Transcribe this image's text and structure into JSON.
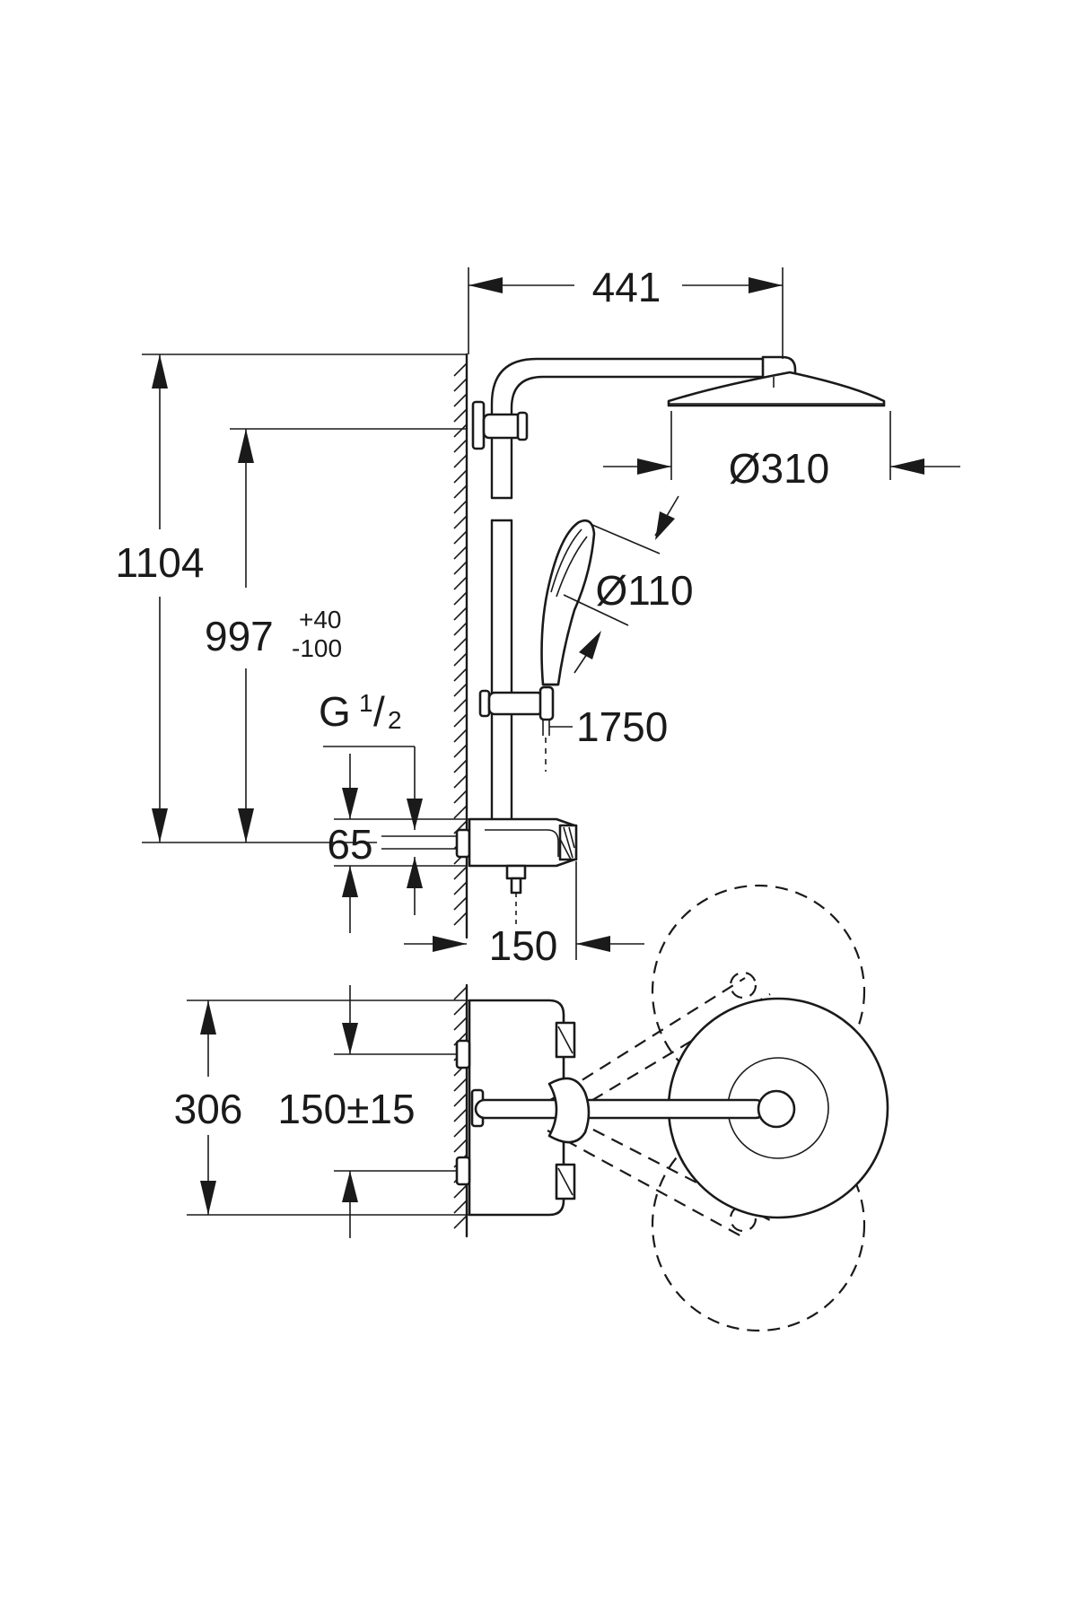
{
  "dimensions": {
    "arm_projection": "441",
    "rain_head_diameter": "Ø310",
    "hand_shower_diameter": "Ø110",
    "hose_length": "1750",
    "total_height": "1104",
    "adjustable_height": "997",
    "tolerance_plus": "+40",
    "tolerance_minus": "-100",
    "thread_prefix": "G",
    "thread_numerator": "1",
    "thread_slash": "/",
    "thread_denominator": "2",
    "inlet_offset": "65",
    "wall_projection": "150",
    "plan_width": "306",
    "centre_distance": "150±15"
  }
}
